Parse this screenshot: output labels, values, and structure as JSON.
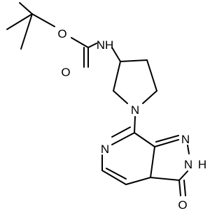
{
  "molecule": {
    "atoms": {
      "ether_oxygen": "O",
      "carbonyl_oxygen": "O",
      "carbamate_nh": "NH",
      "pyrrolidine_n": "N",
      "pyrazine_n": "N",
      "triazole_n1": "N",
      "triazole_nh": "N",
      "triazole_h": "H",
      "triazolone_oxygen": "O"
    }
  }
}
